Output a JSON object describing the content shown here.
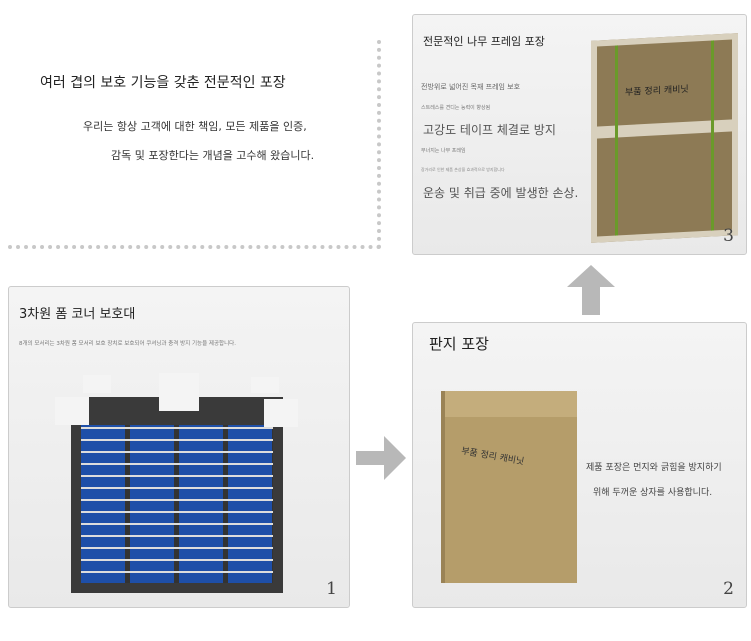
{
  "intro": {
    "title": "여러 겹의 보호 기능을 갖춘 전문적인 포장",
    "line1": "우리는 항상 고객에 대한 책임, 모든 제품을 인증,",
    "line2": "감독 및 포장한다는 개념을 고수해 왔습니다."
  },
  "panel3": {
    "title": "전문적인 나무 프레임 포장",
    "l1": "전방위로 넓어진 목재 프레임 보호",
    "l2": "스트레스를 견디는 능력이 향상됨",
    "l3": "고강도 테이프 체결로 방지",
    "l4": "무너지는 나무 프레임",
    "l5": "장거리로 인한 제품 손상을 효과적으로 방지합니다",
    "l6": "운송 및 취급 중에 발생한 손상.",
    "number": "3",
    "box_label": "부품 정리 캐비닛"
  },
  "panel1": {
    "title": "3차원 폼 코너 보호대",
    "desc": "8개의 모서리는 3차원 폼 모서리 보호 장치로 보호되어 쿠셔닝과 충격 방지 기능을 제공합니다.",
    "number": "1"
  },
  "panel2": {
    "title": "판지 포장",
    "line1": "제품 포장은 먼지와 긁힘을 방지하기",
    "line2": "위해 두꺼운 상자를 사용합니다.",
    "number": "2",
    "box_label": "부품 정리 캐비닛"
  }
}
